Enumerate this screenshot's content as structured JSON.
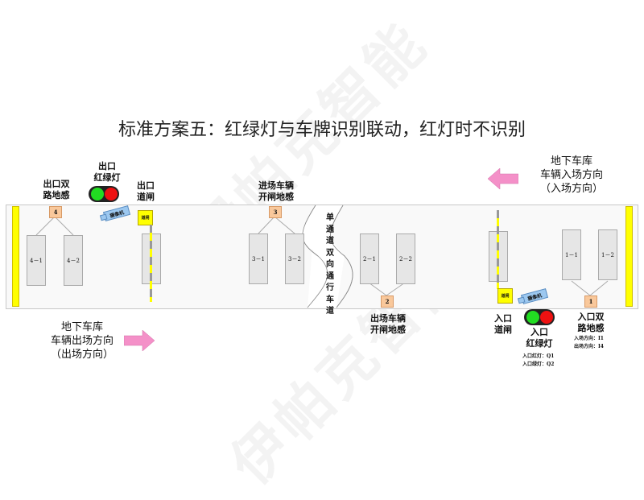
{
  "title": "标准方案五：红绿灯与车牌识别联动，红灯时不识别",
  "watermark": "伊帕克智能",
  "left_side": {
    "exit_dual_loop_label": [
      "出口双",
      "路地感"
    ],
    "exit_traffic_light_label": [
      "出口",
      "红绿灯"
    ],
    "exit_barrier_label": [
      "出口",
      "道闸"
    ],
    "exit_direction_label": [
      "地下车库",
      "车辆出场方向",
      "（出场方向）"
    ],
    "loop_4": "4",
    "slots_4": [
      "4－1",
      "4－2"
    ],
    "camera_label": "摄像机",
    "gate_box_label": "道闸"
  },
  "middle": {
    "entry_open_loop_label": [
      "进场车辆",
      "开闸地感"
    ],
    "loop_3": "3",
    "slots_3": [
      "3－1",
      "3－2"
    ],
    "lane_text": [
      "单",
      "通",
      "道",
      "双",
      "向",
      "通",
      "行",
      "车",
      "道"
    ],
    "exit_open_loop_label": [
      "出场车辆",
      "开闸地感"
    ],
    "loop_2": "2",
    "slots_2": [
      "2－1",
      "2－2"
    ]
  },
  "right_side": {
    "entry_direction_label": [
      "地下车库",
      "车辆入场方向",
      "（入场方向）"
    ],
    "entry_barrier_label": [
      "入口",
      "道闸"
    ],
    "entry_traffic_light_label": [
      "入口",
      "红绿灯"
    ],
    "entry_dual_loop_label": [
      "入口双",
      "路地感"
    ],
    "loop_1": "1",
    "slots_1": [
      "1－1",
      "1－2"
    ],
    "camera_label": "摄像机",
    "gate_box_label": "道闸",
    "light_io": [
      "入口红灯：Q1",
      "入口绿灯：Q2"
    ],
    "loop_io": [
      "入场方向：I1",
      "出场方向：I4"
    ]
  },
  "colors": {
    "green_light": "#22dd22",
    "red_light": "#ee1111",
    "arrow_pink": "#f490c8",
    "loop_orange": "#f9c89b",
    "yellow": "#ffff00",
    "camera_blue": "#9cc8f0"
  }
}
